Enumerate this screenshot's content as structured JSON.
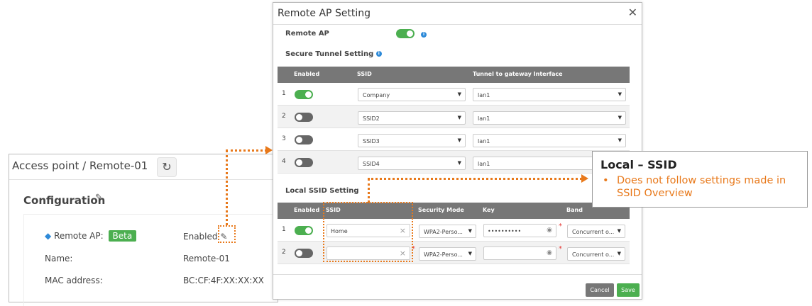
{
  "background_page": {
    "breadcrumb": "Access point  /  Remote-01",
    "config_title": "Configuration",
    "fields": [
      {
        "label": "Remote AP:",
        "badge": "Beta",
        "value": "Enabled"
      },
      {
        "label": "Name:",
        "value": "Remote-01"
      },
      {
        "label": "MAC address:",
        "value": "BC:CF:4F:XX:XX:XX"
      }
    ]
  },
  "modal": {
    "title": "Remote AP Setting",
    "remote_ap_label": "Remote AP",
    "secure_tunnel_label": "Secure Tunnel Setting",
    "tunnel_table": {
      "headers": [
        "Enabled",
        "SSID",
        "Tunnel to gateway Interface"
      ],
      "rows": [
        {
          "num": "1",
          "enabled": true,
          "ssid": "Company",
          "iface": "lan1"
        },
        {
          "num": "2",
          "enabled": false,
          "ssid": "SSID2",
          "iface": "lan1"
        },
        {
          "num": "3",
          "enabled": false,
          "ssid": "SSID3",
          "iface": "lan1"
        },
        {
          "num": "4",
          "enabled": false,
          "ssid": "SSID4",
          "iface": "lan1"
        }
      ]
    },
    "local_ssid_label": "Local SSID Setting",
    "local_table": {
      "headers": [
        "Enabled",
        "SSID",
        "Security Mode",
        "Key",
        "Band"
      ],
      "rows": [
        {
          "num": "1",
          "enabled": true,
          "ssid": "Home",
          "security": "WPA2-Perso...",
          "key": "••••••••••",
          "band": "Concurrent o..."
        },
        {
          "num": "2",
          "enabled": false,
          "ssid": "",
          "security": "WPA2-Perso...",
          "key": "",
          "band": "Concurrent o..."
        }
      ]
    },
    "cancel_label": "Cancel",
    "save_label": "Save",
    "colors": {
      "save": "#4caf50",
      "cancel": "#777777",
      "toggle_on": "#4caf50"
    }
  },
  "callout": {
    "title": "Local –  SSID",
    "bullet": "Does not follow settings made in SSID Overview",
    "color": "#e8791b"
  },
  "icons": [
    "refresh-icon",
    "edit-icon",
    "gem-icon",
    "info-icon",
    "close-icon",
    "clear-icon",
    "eye-icon",
    "chevron-down-icon"
  ]
}
